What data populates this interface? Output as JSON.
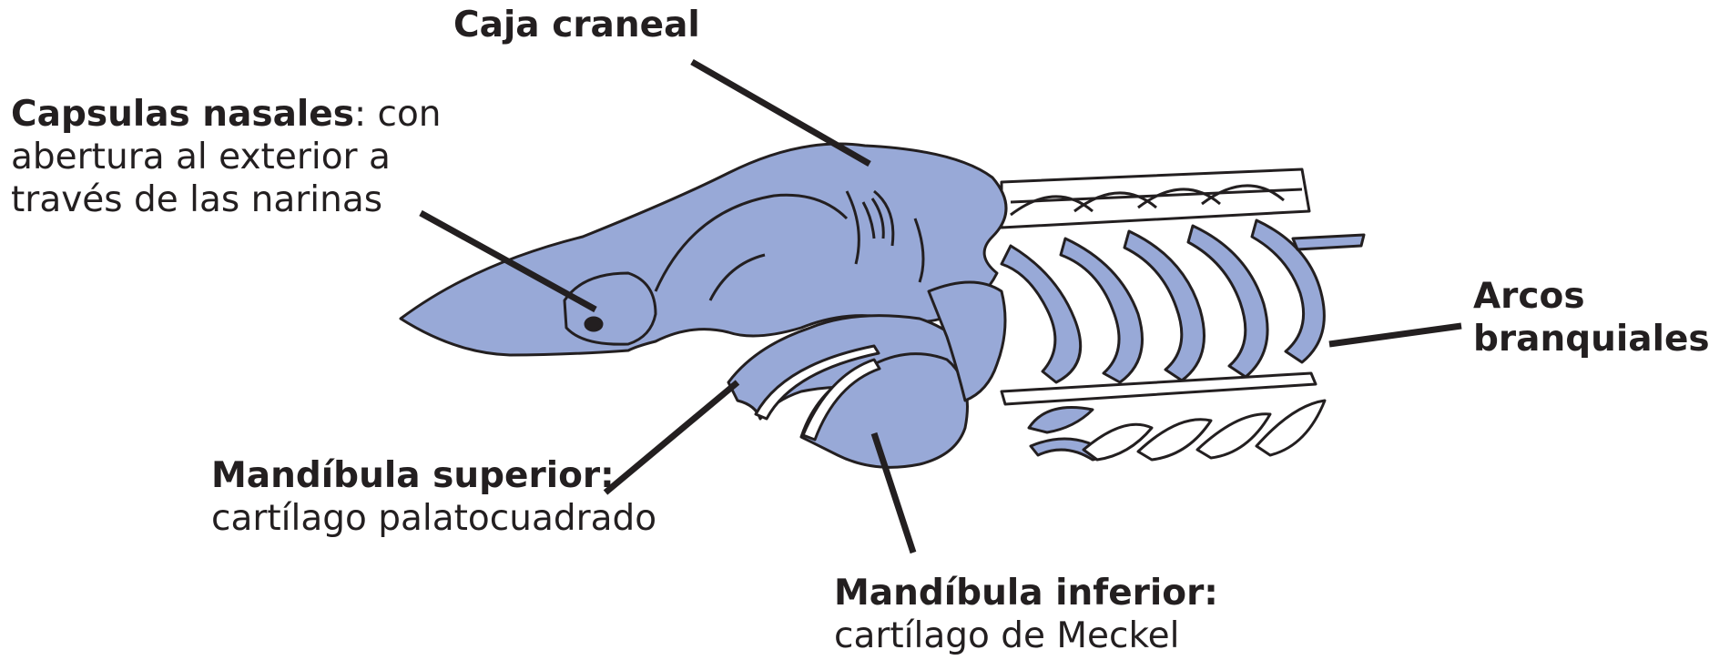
{
  "colors": {
    "cartilage": "#98a9d7",
    "outline": "#231f20",
    "leader": "#231f20",
    "background": "#ffffff"
  },
  "labels": {
    "caja_craneal": {
      "title": "Caja craneal"
    },
    "capsulas_nasales": {
      "title": "Capsulas nasales",
      "line1_rest": ": con",
      "line2": "abertura al exterior a",
      "line3": "través de las narinas"
    },
    "arcos_branquiales": {
      "line1": "Arcos",
      "line2": "branquiales"
    },
    "mandibula_superior": {
      "title": "Mandíbula superior:",
      "detail": "cartílago palatocuadrado"
    },
    "mandibula_inferior": {
      "title": "Mandíbula inferior:",
      "detail": "cartílago de Meckel"
    }
  }
}
